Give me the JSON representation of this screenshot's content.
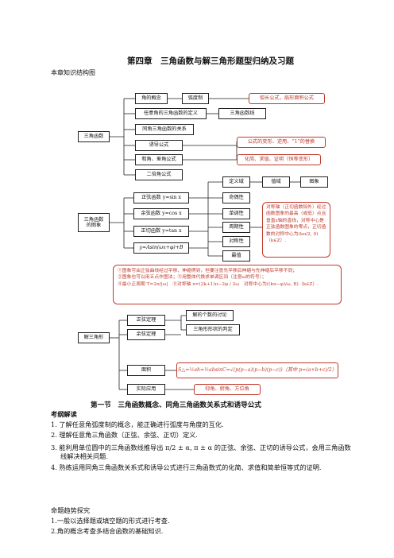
{
  "chapter_title": "第四章　三角函数与解三角形题型归纳及习题",
  "structure_caption": "本章知识结构图",
  "diagram": {
    "group1": {
      "root": "三角函数",
      "n_concept": "角的概念",
      "n_radian": "弧度制",
      "n_arc": "弧长公式，扇形面积公式",
      "n_def": "任意角的三角函数的定义",
      "n_line": "三角函数线",
      "n_relation": "同角三角函数的关系",
      "n_induction": "诱导公式",
      "n_sumdiff": "和角、差角公式",
      "n_double": "二倍角公式",
      "n_transform": "公式的变形、逆用、“1”的替换",
      "n_apps": "化简、求值、证明（恒等变形）"
    },
    "group2": {
      "root": "三角函数的图象",
      "f_sin": "正弦函数 y=sin x",
      "f_cos": "余弦函数 y=cos x",
      "f_tan": "正切函数 y=tan x",
      "f_general": "y=Asin(ωx+φ)+B",
      "p_domain": "定义域",
      "p_range": "值域",
      "p_graph": "图象",
      "p_parity": "奇偶性",
      "p_monotone": "单调性",
      "p_period": "周期性",
      "p_symmetry": "对称性",
      "p_extreme": "最值",
      "sym_note": "对称轴（正切函数除外）经过函数图象的最高（或低）点且垂直x轴的直线，对称中心是正弦函数图象的零点，正切函数的对称中心为(kπ/2, 0)（k∈Z）.",
      "note1": "①图象可由正弦曲线经过平移、伸缩得到，但要注意先平移后伸缩与先伸缩后平移不同；",
      "note2": "②图象也可以用五点作图法；③用整体代换求单调区间（注意ω的符号）；",
      "note3": "④最小正周期 T=2π/|ω|　⑤对称轴 x=(2k+1)π−2φ / 2ω　对称中心为((kπ−φ)/ω, B)（k∈Z）."
    },
    "group3": {
      "root": "解三角形",
      "t_sine": "正弦定理",
      "t_cos": "余弦定理",
      "t_area": "面积",
      "t_app": "实际应用",
      "r_count": "解的个数的讨论",
      "r_shape": "三角形形状的判定",
      "r_area_formula": "S△=½ah=½absinC=√(p(p−a)(p−b)(p−c))（其中 p=(a+b+c)/2）",
      "r_angles": "仰角、俯角、方位角"
    }
  },
  "section_title": "第一节　三角函数概念、同角三角函数关系式和诱导公式",
  "outline_heading": "考纲解读",
  "outline": [
    "1.  了解任意角弧度制的概念，能正确进行弧度与角度的互化.",
    "2.  理解任意角三角函数（正弦、余弦、正切）定义.",
    "3.  能利用单位圆中的三角函数线推导出 π/2 ± α, π ± α 的正弦、余弦、正切的诱导公式，会用三角函数线解决相关问题.",
    "4.  熟练运用同角三角函数关系式和诱导公式进行三角函数式的化简、求值和简单恒等式的证明."
  ],
  "trend_heading": "命题趋势探究",
  "trends": [
    "1.一般以选择题或填空题的形式进行考查.",
    "2.角的概念考查多结合函数的基础知识."
  ]
}
